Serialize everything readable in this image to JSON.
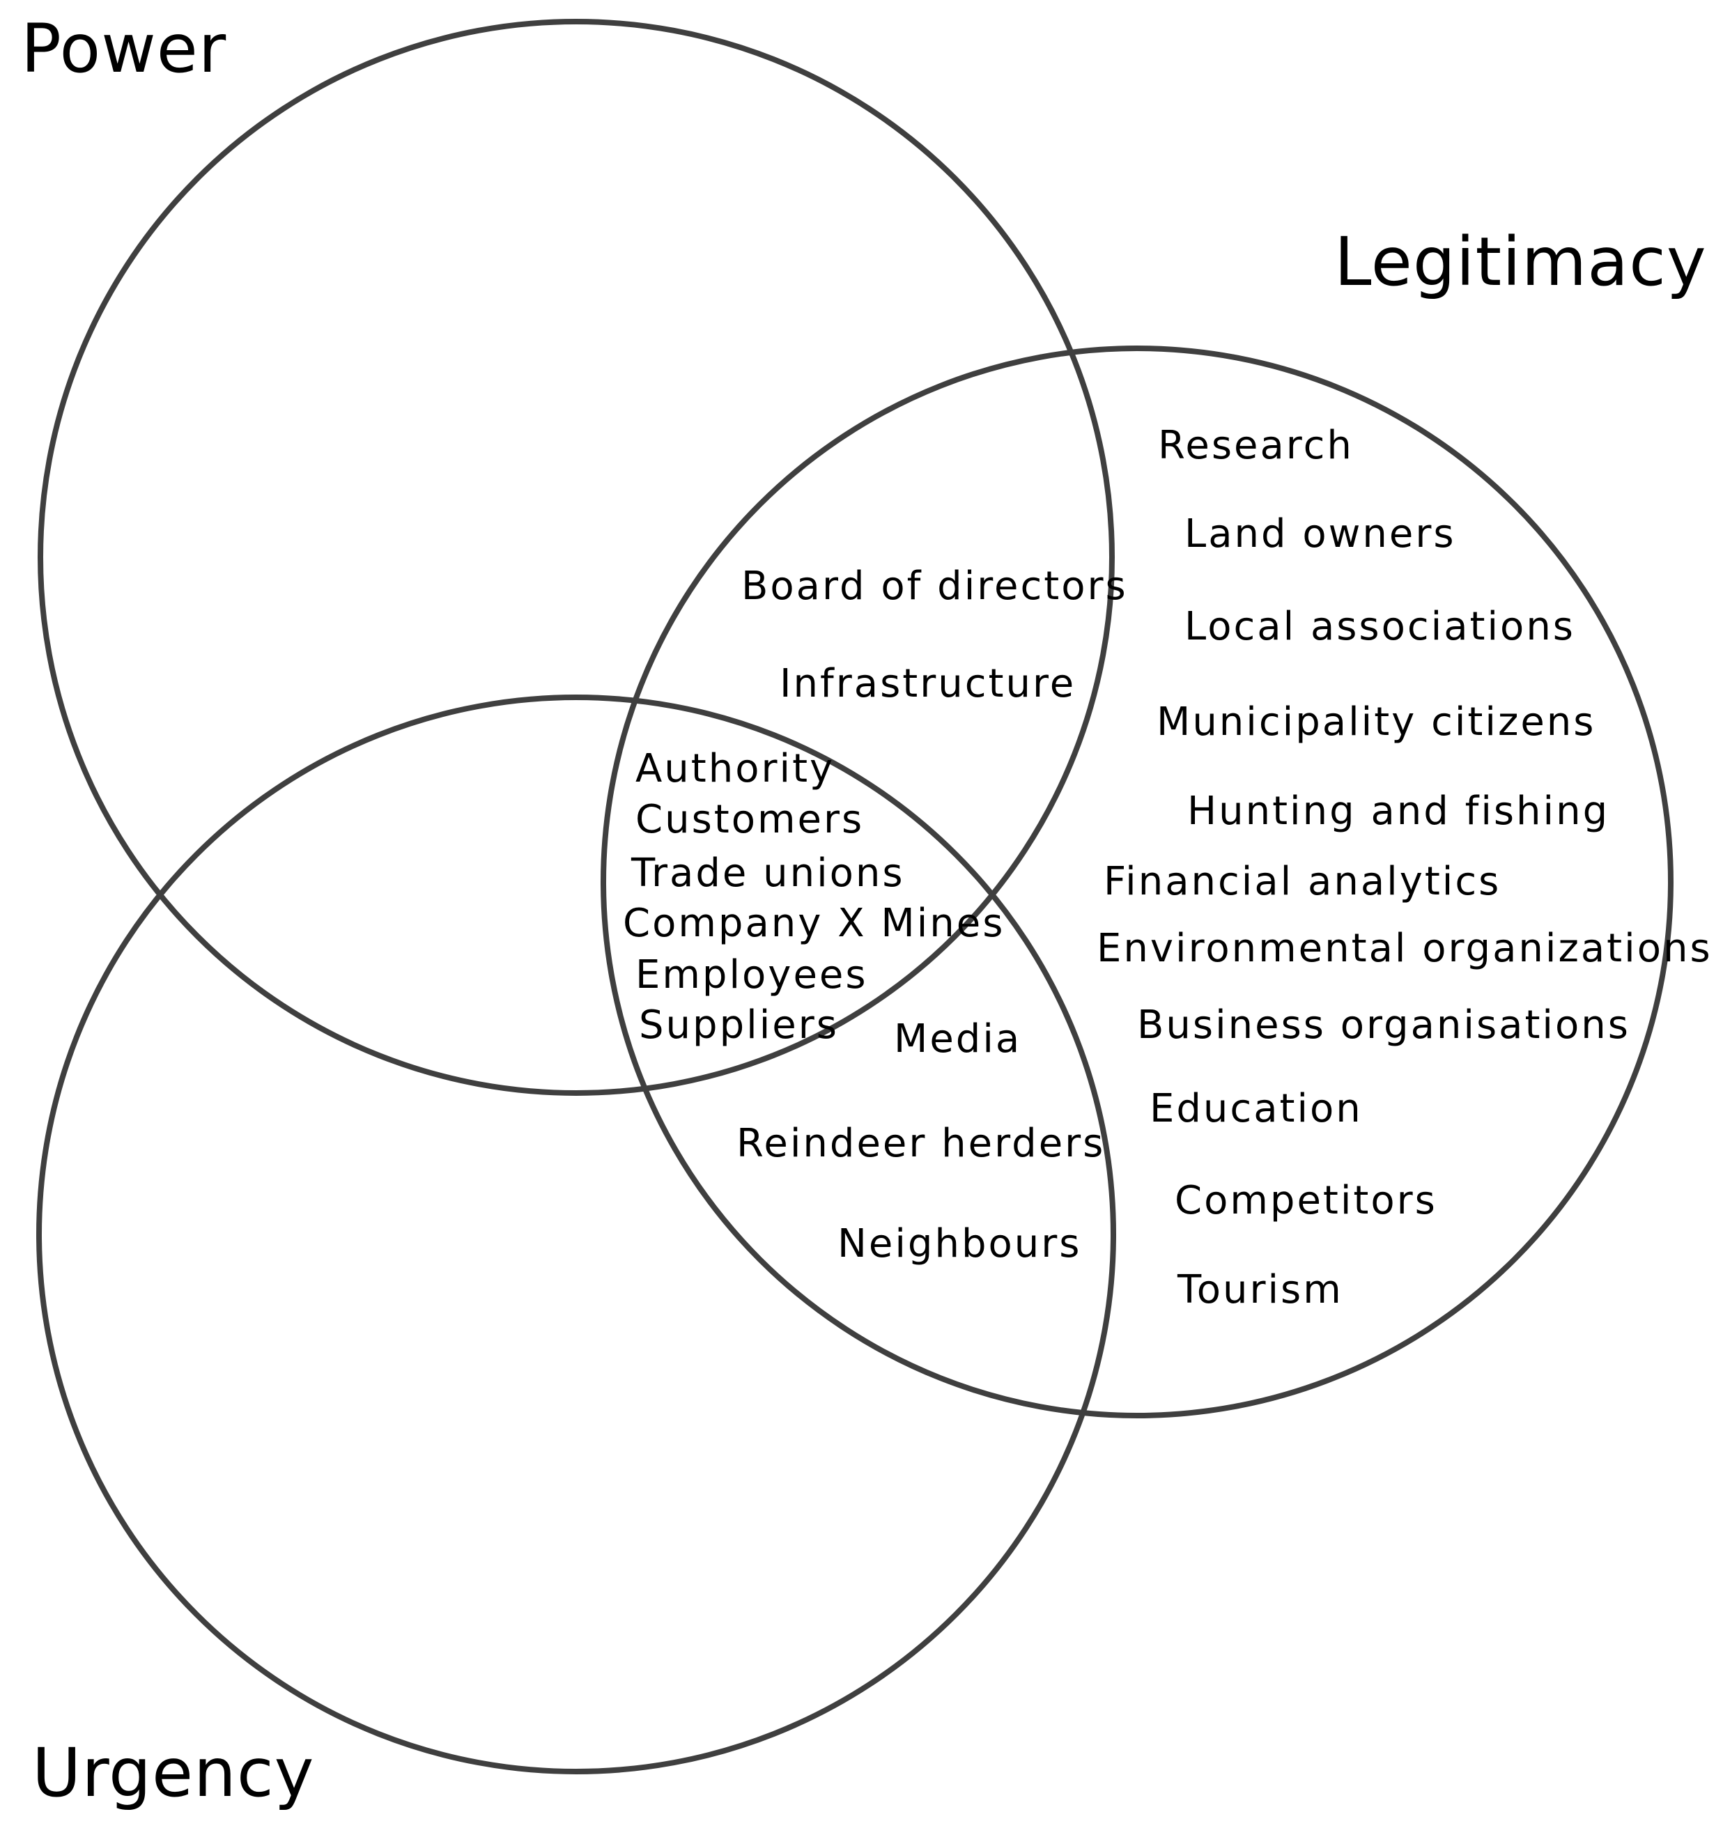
{
  "sets": {
    "power": "Power",
    "legitimacy": "Legitimacy",
    "urgency": "Urgency"
  },
  "regions": {
    "power_legitimacy": [
      "Board of directors",
      "Infrastructure"
    ],
    "all_three": [
      "Authority",
      "Customers",
      "Trade unions",
      "Company X Mines",
      "Employees",
      "Suppliers"
    ],
    "legitimacy_urgency": [
      "Media",
      "Reindeer herders",
      "Neighbours"
    ],
    "legitimacy_only": [
      "Research",
      "Land owners",
      "Local associations",
      "Municipality citizens",
      "Hunting and fishing",
      "Financial analytics",
      "Environmental organizations",
      "Business organisations",
      "Education",
      "Competitors",
      "Tourism"
    ]
  },
  "colors": {
    "outline": "#3f3f3f",
    "text": "#000000",
    "background": "#ffffff"
  }
}
